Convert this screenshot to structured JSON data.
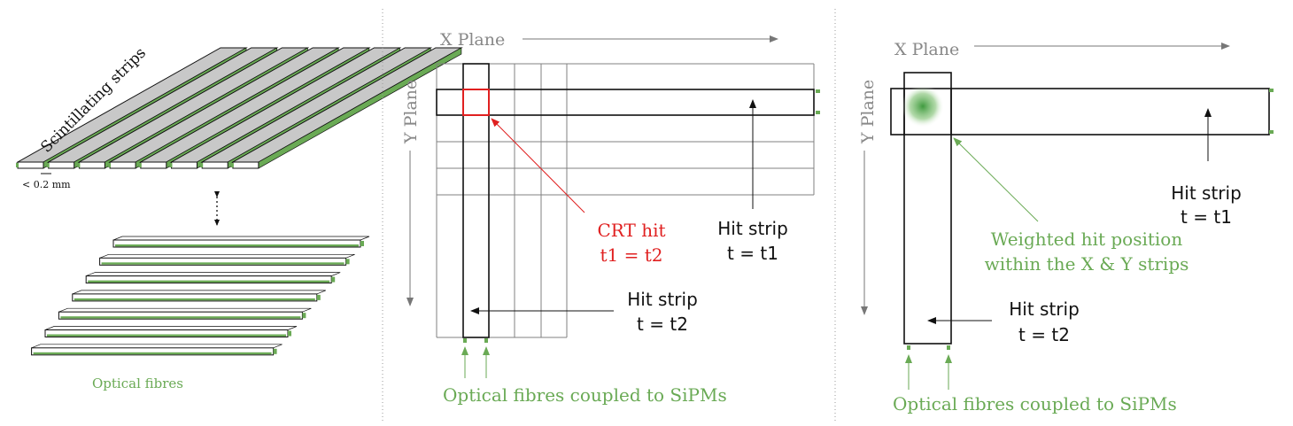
{
  "panel_left": {
    "strips_label": "Scintillating strips",
    "gap_label": "< 0.2 mm",
    "fibres_label": "Optical fibres"
  },
  "panel_middle": {
    "x_plane": "X Plane",
    "y_plane": "Y Plane",
    "crt_hit_line1": "CRT hit",
    "crt_hit_line2": "t1 = t2",
    "hit_strip_x_line1": "Hit strip",
    "hit_strip_x_line2": "t = t1",
    "hit_strip_y_line1": "Hit strip",
    "hit_strip_y_line2": "t = t2",
    "fibres_label": "Optical fibres coupled to SiPMs"
  },
  "panel_right": {
    "x_plane": "X Plane",
    "y_plane": "Y Plane",
    "hit_strip_x_line1": "Hit strip",
    "hit_strip_x_line2": "t = t1",
    "weighted_line1": "Weighted hit position",
    "weighted_line2": "within the X & Y strips",
    "hit_strip_y_line1": "Hit strip",
    "hit_strip_y_line2": "t = t2",
    "fibres_label": "Optical fibres coupled to SiPMs"
  },
  "colors": {
    "green": "#6aaa55",
    "red": "#e02020",
    "grid": "#808080",
    "strip_top": "#c8c8c8",
    "ink": "#111111"
  }
}
